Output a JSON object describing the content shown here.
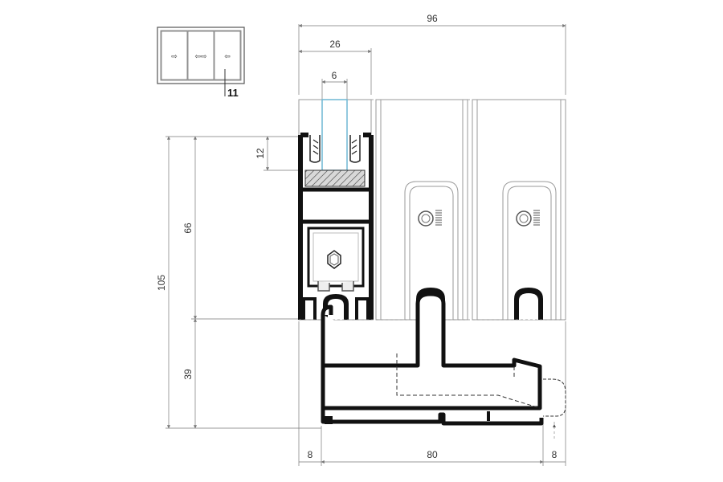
{
  "dimensions": {
    "overall_width": "96",
    "frame_depth": "26",
    "glass_width": "6",
    "glass_bite": "12",
    "upper_height": "66",
    "total_height": "105",
    "lower_height": "39",
    "left_offset": "8",
    "base_width": "80",
    "right_offset": "8"
  },
  "thumbnail": {
    "reference_number": "11",
    "arrows": [
      "⇨",
      "⇦⇨",
      "⇦"
    ]
  },
  "colors": {
    "profile": "#111111",
    "glass_edge": "#6fb7d4",
    "panel_stroke": "#9a9a9a",
    "dimension": "#777777"
  }
}
